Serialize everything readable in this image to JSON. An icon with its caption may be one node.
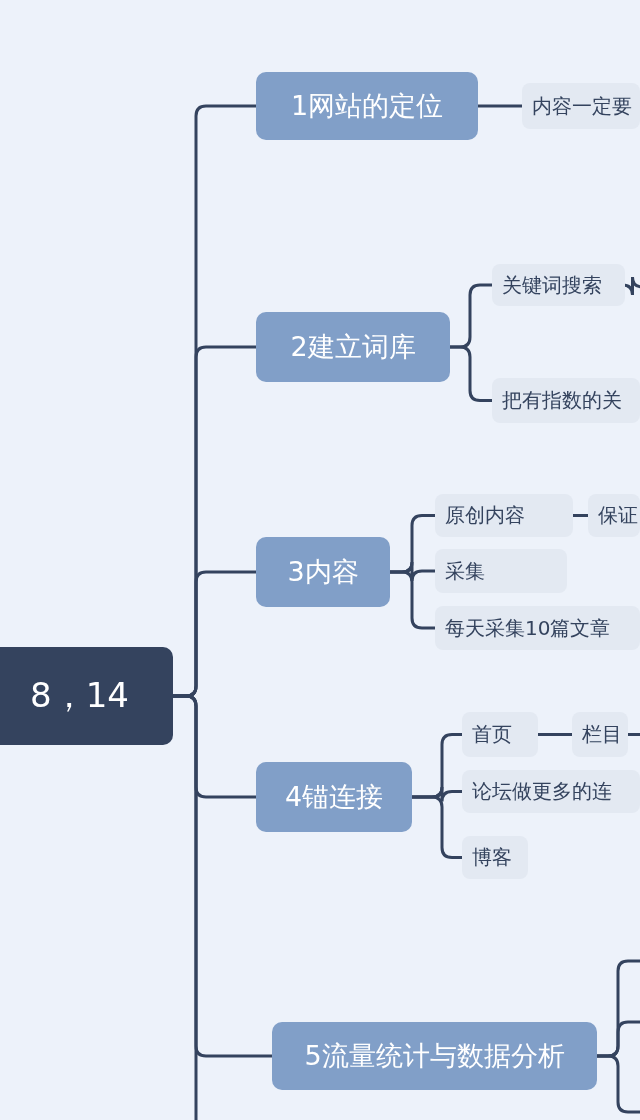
{
  "diagram": {
    "nodes": [
      {
        "text": [
          "8，14"
        ]
      },
      {
        "text": [
          "1网站的定位"
        ]
      },
      {
        "text": [
          "内容一定要"
        ]
      },
      {
        "text": [
          "2建立词库"
        ]
      },
      {
        "text": [
          "关键词搜索"
        ]
      },
      {
        "text": [
          "把有指数的关"
        ]
      },
      {
        "text": [
          "3内容"
        ]
      },
      {
        "text": [
          "原创内容"
        ]
      },
      {
        "text": [
          "保证"
        ]
      },
      {
        "text": [
          "采集"
        ]
      },
      {
        "text": [
          "每天采集10篇文章"
        ]
      },
      {
        "text": [
          "4锚连接"
        ]
      },
      {
        "text": [
          "首页"
        ]
      },
      {
        "text": [
          "栏目"
        ]
      },
      {
        "text": [
          "论坛做更多的连"
        ]
      },
      {
        "text": [
          "博客"
        ]
      },
      {
        "text": [
          "5流量统计与数据分析"
        ]
      }
    ],
    "edges": [
      {
        "from": 0,
        "to": 1,
        "arrow": "none"
      },
      {
        "from": 0,
        "to": 3,
        "arrow": "none"
      },
      {
        "from": 0,
        "to": 6,
        "arrow": "none"
      },
      {
        "from": 0,
        "to": 11,
        "arrow": "none"
      },
      {
        "from": 0,
        "to": 16,
        "arrow": "none"
      },
      {
        "from": 0,
        "to": null,
        "arrow": "none"
      },
      {
        "from": 1,
        "to": 2,
        "arrow": "none"
      },
      {
        "from": 3,
        "to": 4,
        "arrow": "none"
      },
      {
        "from": 3,
        "to": 5,
        "arrow": "none"
      },
      {
        "from": 4,
        "to": null,
        "arrow": "none"
      },
      {
        "from": 6,
        "to": 7,
        "arrow": "none"
      },
      {
        "from": 7,
        "to": 8,
        "arrow": "none"
      },
      {
        "from": 6,
        "to": 9,
        "arrow": "none"
      },
      {
        "from": 6,
        "to": 10,
        "arrow": "none"
      },
      {
        "from": 11,
        "to": 12,
        "arrow": "none"
      },
      {
        "from": 12,
        "to": 13,
        "arrow": "none"
      },
      {
        "from": 13,
        "to": null,
        "arrow": "none"
      },
      {
        "from": 11,
        "to": 14,
        "arrow": "none"
      },
      {
        "from": 11,
        "to": 15,
        "arrow": "none"
      },
      {
        "from": 16,
        "to": null,
        "arrow": "none"
      },
      {
        "from": 16,
        "to": null,
        "arrow": "none"
      },
      {
        "from": 16,
        "to": null,
        "arrow": "none"
      }
    ]
  }
}
